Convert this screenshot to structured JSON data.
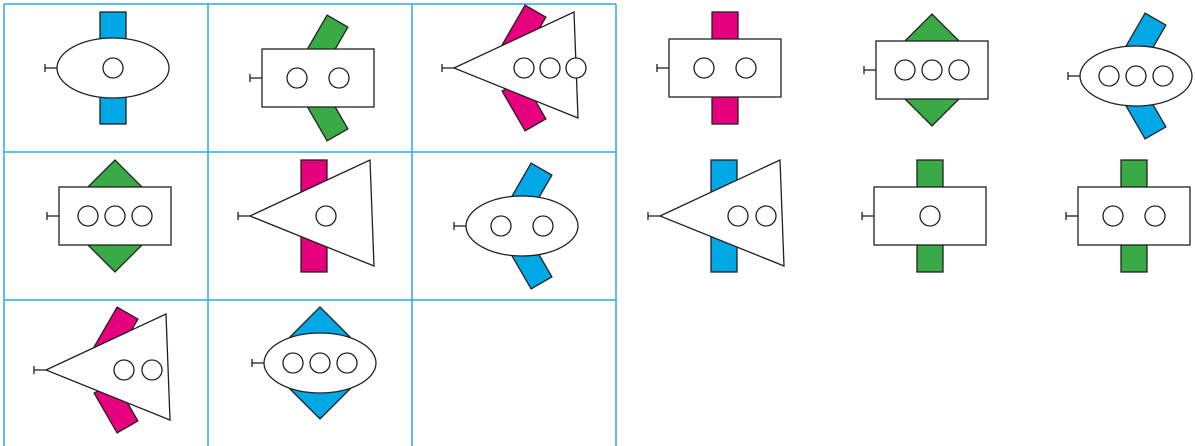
{
  "colors": {
    "grid": "#29abe2",
    "outline": "#231f20",
    "blue": "#00a9e6",
    "pink": "#e6007e",
    "green": "#3aaa47",
    "background": "#ffffff"
  },
  "grid_cells": [
    {
      "body": "ellipse",
      "wings": "bars",
      "wing_color": "blue",
      "windows": 1
    },
    {
      "body": "rectangle",
      "wings": "tilted-bars",
      "wing_color": "green",
      "windows": 2
    },
    {
      "body": "triangle",
      "wings": "tilted-bars",
      "wing_color": "pink",
      "windows": 3
    },
    {
      "body": "rectangle",
      "wings": "triangles",
      "wing_color": "green",
      "windows": 3
    },
    {
      "body": "triangle",
      "wings": "bars",
      "wing_color": "pink",
      "windows": 1
    },
    {
      "body": "ellipse",
      "wings": "tilted-bars",
      "wing_color": "blue",
      "windows": 2
    },
    {
      "body": "triangle",
      "wings": "tilted-bars",
      "wing_color": "pink",
      "windows": 2
    },
    {
      "body": "ellipse",
      "wings": "triangles",
      "wing_color": "blue",
      "windows": 3
    },
    {
      "body": "empty"
    }
  ],
  "options": [
    {
      "body": "rectangle",
      "wings": "bars",
      "wing_color": "pink",
      "windows": 2
    },
    {
      "body": "rectangle",
      "wings": "triangles",
      "wing_color": "green",
      "windows": 3
    },
    {
      "body": "ellipse",
      "wings": "tilted-bars",
      "wing_color": "blue",
      "windows": 3
    },
    {
      "body": "triangle",
      "wings": "bars",
      "wing_color": "blue",
      "windows": 2
    },
    {
      "body": "rectangle",
      "wings": "bars",
      "wing_color": "green",
      "windows": 1
    },
    {
      "body": "rectangle",
      "wings": "bars",
      "wing_color": "green",
      "windows": 2
    }
  ]
}
